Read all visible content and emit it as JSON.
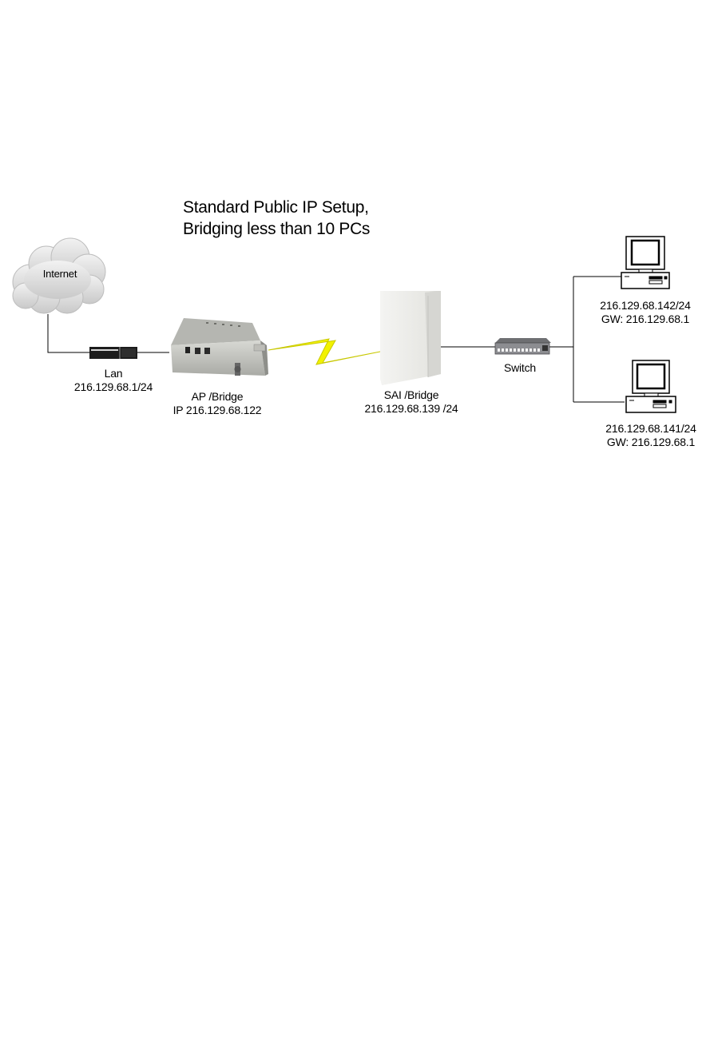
{
  "title": {
    "line1": "Standard Public IP Setup,",
    "line2": "Bridging less than 10 PCs"
  },
  "nodes": {
    "internet": {
      "label": "Internet"
    },
    "lan": {
      "name": "Lan",
      "ip": "216.129.68.1/24"
    },
    "ap_bridge": {
      "name": "AP /Bridge",
      "ip": "IP 216.129.68.122"
    },
    "sai_bridge": {
      "name": "SAI /Bridge",
      "ip": "216.129.68.139 /24"
    },
    "switch": {
      "name": "Switch"
    },
    "pc_top": {
      "ip": "216.129.68.142/24",
      "gw": "GW: 216.129.68.1"
    },
    "pc_bottom": {
      "ip": "216.129.68.141/24",
      "gw": "GW: 216.129.68.1"
    }
  },
  "colors": {
    "lightning": "#f2f200",
    "cloud": "#d9d9d9",
    "device": "#c8c9c4",
    "panel": "#ebebe8"
  }
}
